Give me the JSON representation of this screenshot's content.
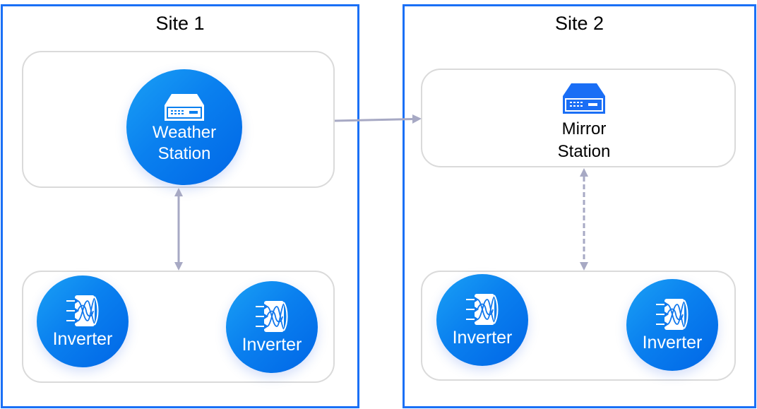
{
  "colors": {
    "site_border": "#1a70f6",
    "panel_border": "#dadada",
    "node_fill": "#0a80ef",
    "connector": "#a7a9c4"
  },
  "site1": {
    "title": "Site 1",
    "weather_station": {
      "icon": "server-icon",
      "label_line1": "Weather",
      "label_line2": "Station"
    },
    "inverters": [
      {
        "icon": "inverter-icon",
        "label": "Inverter"
      },
      {
        "icon": "inverter-icon",
        "label": "Inverter"
      }
    ]
  },
  "site2": {
    "title": "Site 2",
    "mirror_station": {
      "icon": "server-icon",
      "label_line1": "Mirror",
      "label_line2": "Station"
    },
    "inverters": [
      {
        "icon": "inverter-icon",
        "label": "Inverter"
      },
      {
        "icon": "inverter-icon",
        "label": "Inverter"
      }
    ]
  },
  "connections": [
    {
      "from": "weather-station",
      "to": "mirror-station",
      "style": "solid",
      "direction": "one-way"
    },
    {
      "from": "weather-station",
      "to": "site1-inverters",
      "style": "solid",
      "direction": "two-way"
    },
    {
      "from": "mirror-station",
      "to": "site2-inverters",
      "style": "dashed",
      "direction": "two-way"
    }
  ]
}
